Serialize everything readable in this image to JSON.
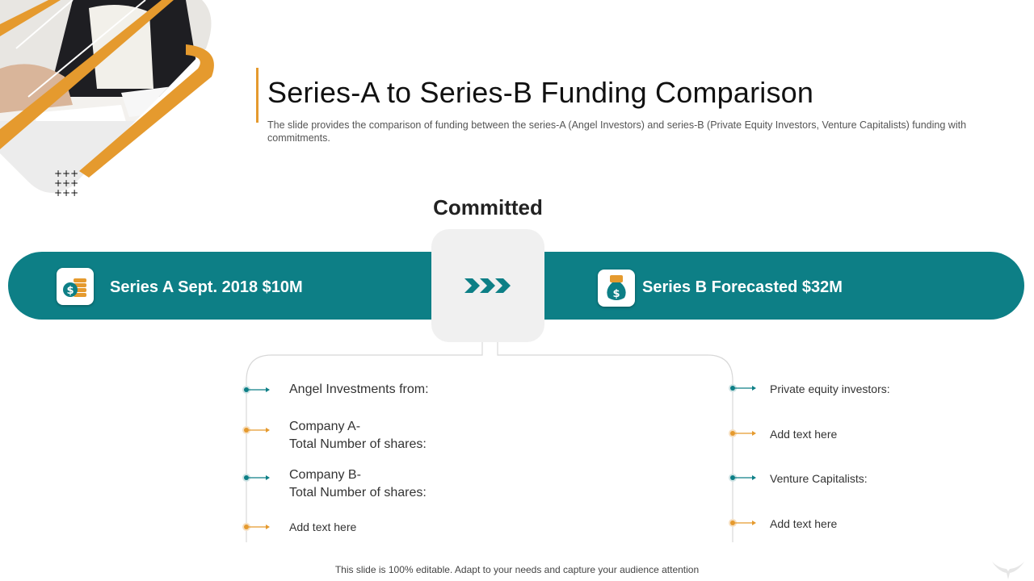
{
  "header": {
    "title": "Series-A to Series-B Funding Comparison",
    "subtitle": "The slide provides the comparison of funding between the series-A (Angel Investors) and series-B (Private Equity Investors, Venture Capitalists) funding with commitments."
  },
  "center": {
    "label": "Committed"
  },
  "band": {
    "left_label": "Series A Sept. 2018 $10M",
    "right_label": "Series B Forecasted $32M",
    "left_icon": "coins-dollar-icon",
    "right_icon": "money-bag-icon"
  },
  "left_items": [
    {
      "line1": "Angel Investments from:",
      "line2": "",
      "bullet": "teal"
    },
    {
      "line1": "Company A-",
      "line2": "Total Number of shares:",
      "bullet": "orange"
    },
    {
      "line1": "Company B-",
      "line2": "Total Number of shares:",
      "bullet": "teal"
    },
    {
      "line1": "Add text here",
      "line2": "",
      "bullet": "orange"
    }
  ],
  "right_items": [
    {
      "text": "Private equity investors:",
      "bullet": "teal"
    },
    {
      "text": "Add text here",
      "bullet": "orange"
    },
    {
      "text": "Venture Capitalists:",
      "bullet": "teal"
    },
    {
      "text": "Add text here",
      "bullet": "orange"
    }
  ],
  "footer": {
    "text": "This slide is 100% editable. Adapt to your needs and capture your audience attention"
  },
  "colors": {
    "teal": "#0d7f86",
    "orange": "#e59a2e",
    "center_box": "#f0f0f0"
  }
}
